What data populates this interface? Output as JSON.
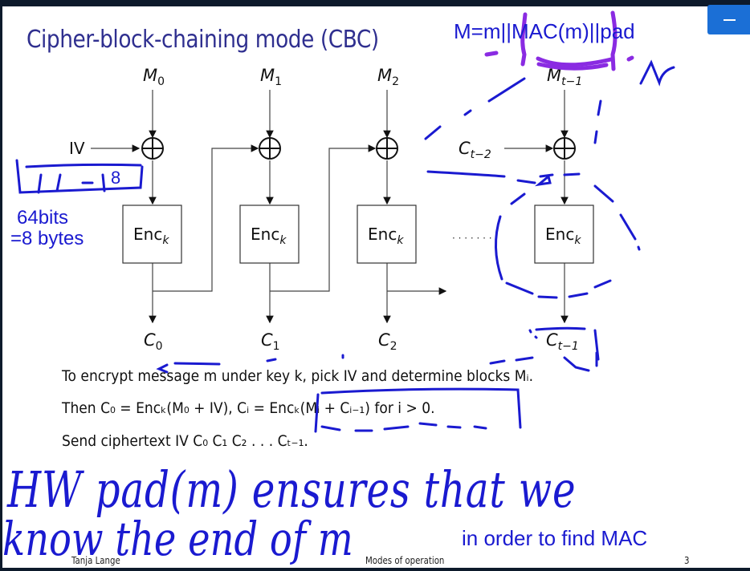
{
  "slide": {
    "title": "Cipher-block-chaining mode (CBC)",
    "diagram": {
      "messages": [
        "M",
        "M",
        "M",
        "M"
      ],
      "message_subs": [
        "0",
        "1",
        "2",
        "t−1"
      ],
      "ciphertexts": [
        "C",
        "C",
        "C",
        "C"
      ],
      "ciphertext_subs": [
        "0",
        "1",
        "2",
        "t−1"
      ],
      "iv_label": "IV",
      "prev_label": "C",
      "prev_sub": "t−2",
      "enc_label": "Enc",
      "enc_sub": "k",
      "ellipsis": "· · · · · · ·"
    },
    "lines": [
      "To encrypt message m under key k, pick IV and determine blocks Mᵢ.",
      "Then C₀ = Encₖ(M₀ + IV),   Cᵢ = Encₖ(Mᵢ + Cᵢ₋₁) for i > 0.",
      "Send ciphertext IV C₀ C₁ C₂ . . . Cₜ₋₁."
    ],
    "footer": {
      "author": "Tanja Lange",
      "topic": "Modes of operation",
      "page": "3"
    }
  },
  "annotations": {
    "formula": "M=m||MAC(m)||pad",
    "iv_box": "1 / -- 18",
    "bits": "64bits",
    "bytes": "=8 bytes",
    "hw_line1": "HW pad(m) ensures that we",
    "hw_line2": "know the end of m",
    "mac_note": "in order to find MAC"
  },
  "colors": {
    "ink": "#1a1ad0",
    "highlight": "#8a2be2",
    "title": "#2f2f8f",
    "minimize_button": "#1b6fd6"
  },
  "controls": {
    "minimize_label": "minimize"
  }
}
